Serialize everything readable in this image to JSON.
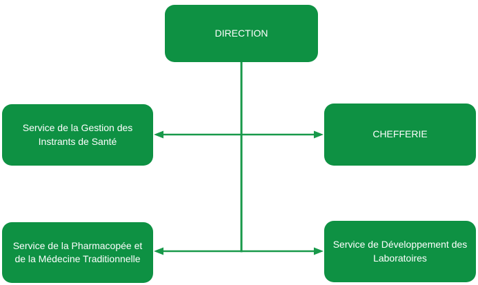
{
  "diagram": {
    "nodes": {
      "direction": {
        "label": "DIRECTION"
      },
      "gestion": {
        "label": "Service de la Gestion des Instrants de Santé"
      },
      "chefferie": {
        "label": "CHEFFERIE"
      },
      "pharmacopee": {
        "label": "Service de la Pharmacopée et de la Médecine Traditionnelle"
      },
      "laboratoires": {
        "label": "Service de Développement des Laboratoires"
      }
    },
    "colors": {
      "node_fill": "#0e9143",
      "connector": "#18994a",
      "text": "#ffffff",
      "background": "#ffffff"
    }
  }
}
